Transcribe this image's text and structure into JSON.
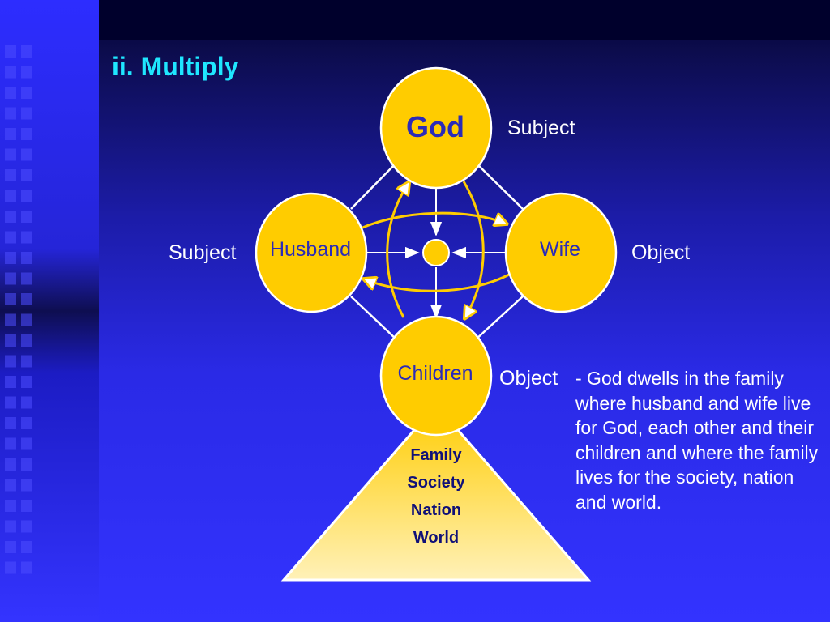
{
  "slide": {
    "title": "ii. Multiply"
  },
  "nodes": {
    "god": "God",
    "husband": "Husband",
    "wife": "Wife",
    "children": "Children"
  },
  "roles": {
    "god": "Subject",
    "husband": "Subject",
    "wife": "Object",
    "children": "Object"
  },
  "levels": [
    "Family",
    "Society",
    "Nation",
    "World"
  ],
  "description": "- God dwells in the family where husband and wife live for God, each other and their children and where the family lives for the society, nation and world.",
  "colors": {
    "background": "#2f2ff2",
    "title": "#1fe6ff",
    "node_fill": "#ffcc00",
    "node_text": "#2b2bb8",
    "arrow": "#ffffff"
  }
}
